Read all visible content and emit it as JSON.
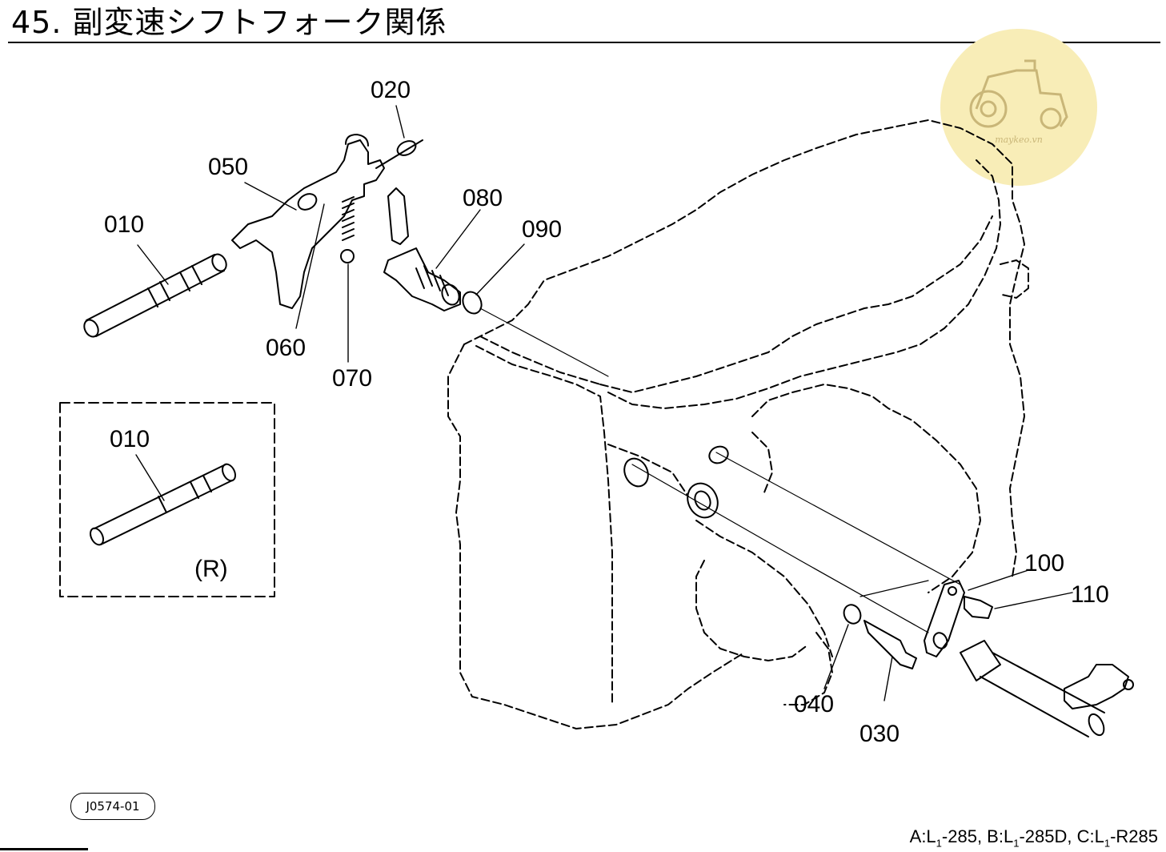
{
  "title": "45. 副変速シフトフォーク関係",
  "figure_ref": "J0574-01",
  "watermark_text": "maykeo.vn",
  "footer": {
    "a_prefix": "A:L",
    "a_sub": "1",
    "a_suffix": "-285, ",
    "b_prefix": "B:L",
    "b_sub": "1",
    "b_suffix": "-285D, ",
    "c_prefix": "C:L",
    "c_sub": "1",
    "c_suffix": "-R285"
  },
  "parts": {
    "p010": "010",
    "p020": "020",
    "p030": "030",
    "p040": "040",
    "p050": "050",
    "p060": "060",
    "p070": "070",
    "p080": "080",
    "p090": "090",
    "p100": "100",
    "p110": "110",
    "inset_010": "010",
    "inset_variant": "(R)"
  },
  "colors": {
    "line": "#000000",
    "watermark_bg": "#f8edb7",
    "watermark_ink": "#c9b678"
  }
}
